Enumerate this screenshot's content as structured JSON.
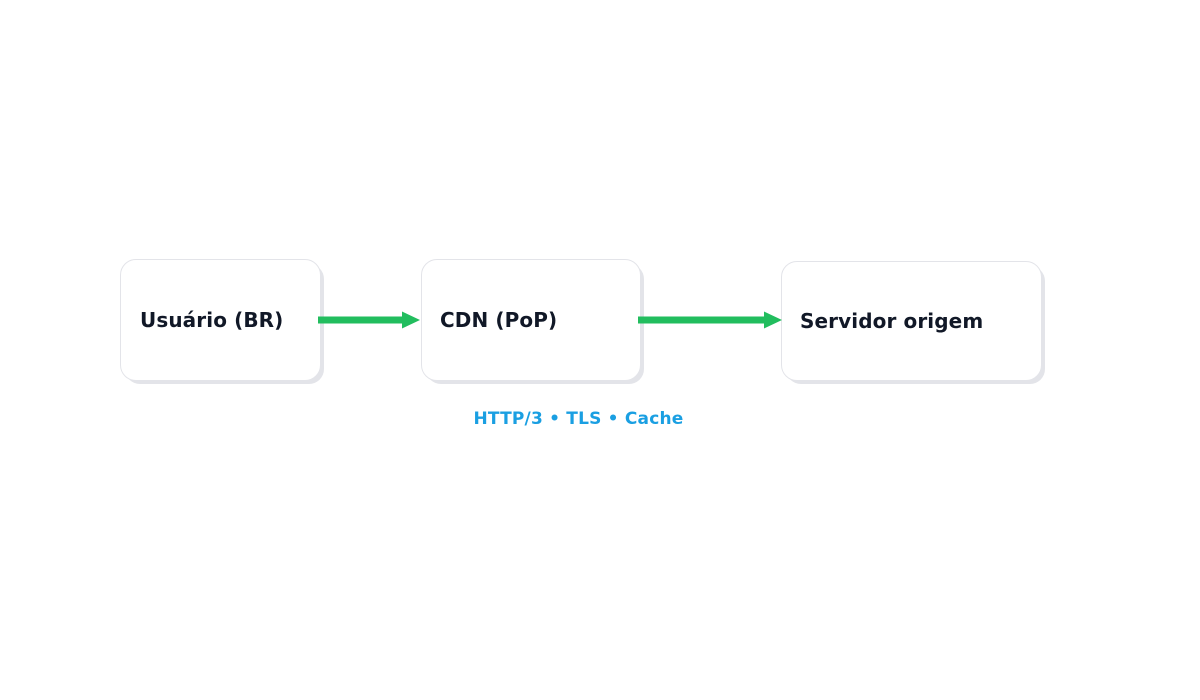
{
  "diagram": {
    "type": "flow",
    "title": "",
    "background_color": "#ffffff",
    "nodes": [
      {
        "id": "user",
        "label": "Usuário (BR)",
        "fill": "#ffffff",
        "border_color": "#e3e4e9",
        "text_color": "#111827"
      },
      {
        "id": "cdn",
        "label": "CDN (PoP)",
        "fill": "#ffffff",
        "border_color": "#e3e4e9",
        "text_color": "#111827"
      },
      {
        "id": "origin",
        "label": "Servidor origem",
        "fill": "#ffffff",
        "border_color": "#e3e4e9",
        "text_color": "#111827"
      }
    ],
    "edges": [
      {
        "id": "user-cdn",
        "from": "user",
        "to": "cdn",
        "label": "",
        "color": "#22bd5e",
        "arrowhead": "solid-triangle"
      },
      {
        "id": "cdn-origin",
        "from": "cdn",
        "to": "origin",
        "label": "",
        "color": "#22bd5e",
        "arrowhead": "solid-triangle"
      }
    ],
    "caption": {
      "text": "HTTP/3 • TLS • Cache",
      "color": "#1a9fe2"
    }
  }
}
